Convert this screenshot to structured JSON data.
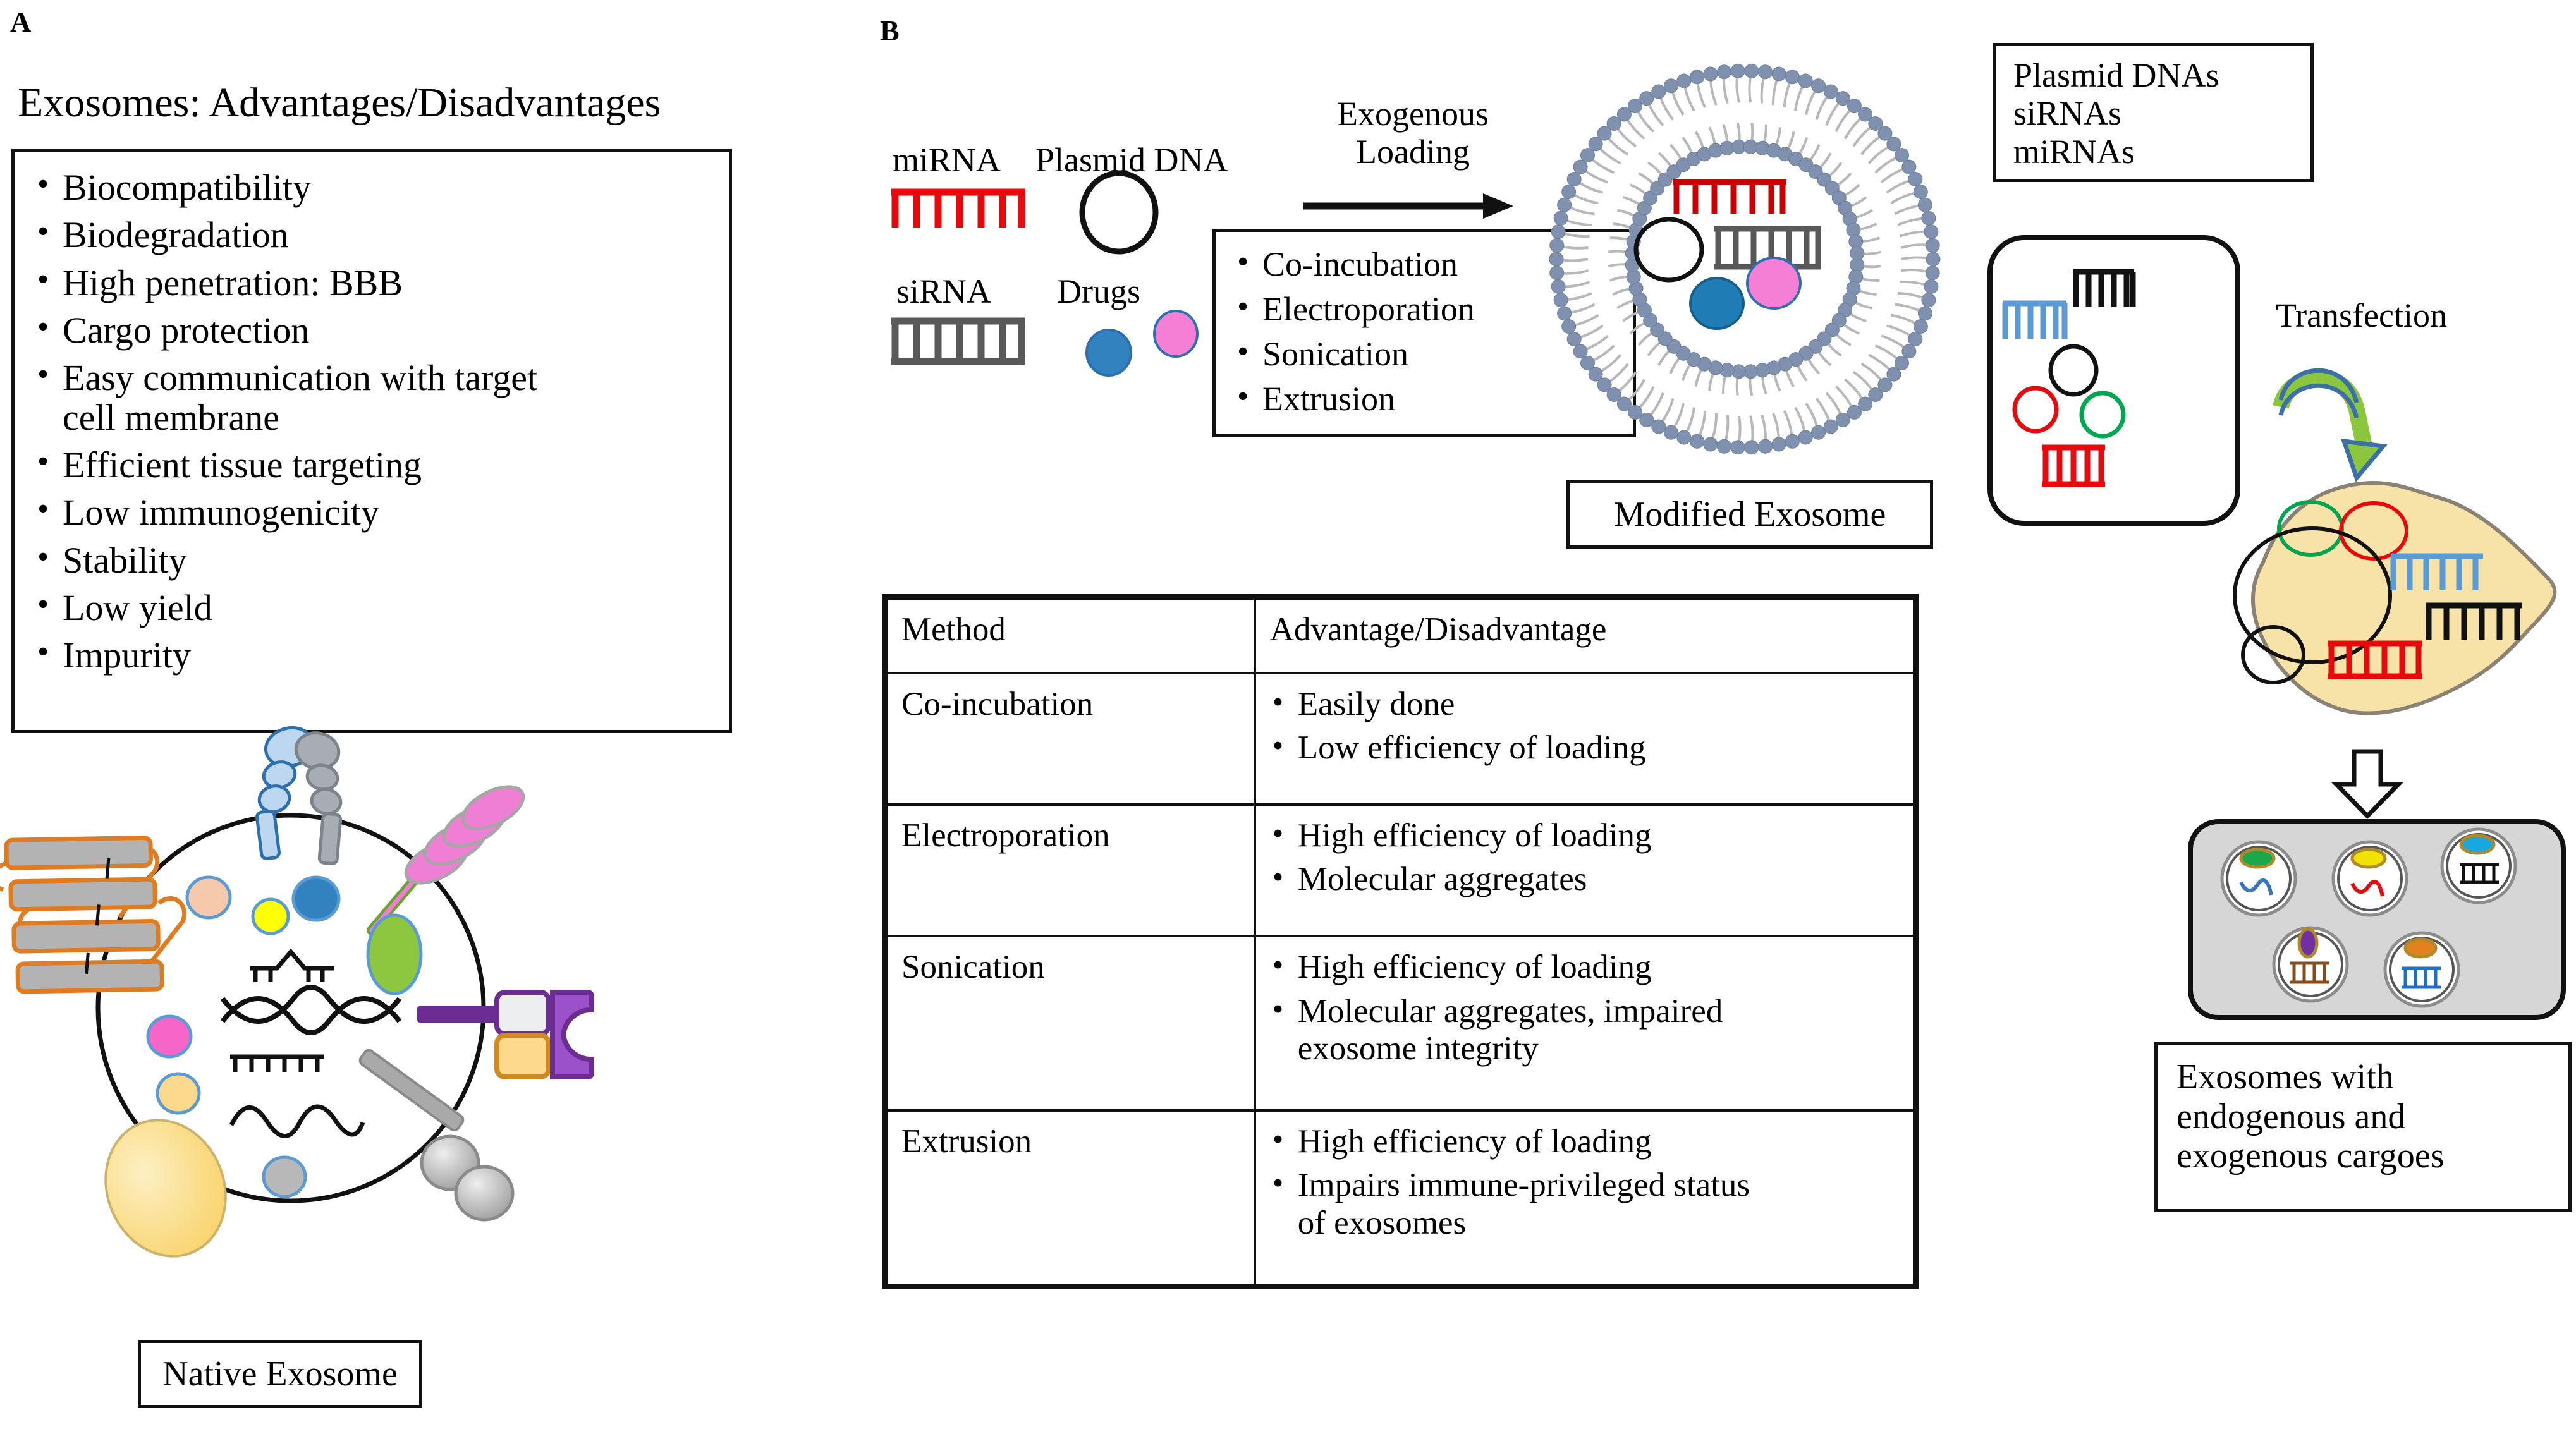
{
  "figure": {
    "panel_a_letter": "A",
    "panel_b_letter": "B"
  },
  "panel_a": {
    "title": "Exosomes: Advantages/Disadvantages",
    "list_items": [
      "Biocompatibility",
      "Biodegradation",
      "High penetration: BBB",
      "Cargo protection",
      "Easy communication with target\ncell membrane",
      "Efficient tissue targeting",
      "Low immunogenicity",
      "Stability",
      "Low yield",
      "Impurity"
    ],
    "exosome_caption": "Native Exosome",
    "exosome_parts": {
      "tetraspanin_label": "tetraspanin-protein",
      "antibody_label": "antibody-receptor",
      "glycoprotein_label": "glycoprotein",
      "mrna_label": "mrna-strand",
      "dna_label": "double-helix-dna",
      "mirna_label": "mirna-strand",
      "lipid_label": "lipid-wave",
      "vesicle_label": "budding-vesicle"
    }
  },
  "panel_b": {
    "cargo_labels": {
      "mirna": "miRNA",
      "plasmid_dna": "Plasmid DNA",
      "sirna": "siRNA",
      "drugs": "Drugs"
    },
    "arrow_label": "Exogenous\nLoading",
    "methods": [
      "Co-incubation",
      "Electroporation",
      "Sonication",
      "Extrusion"
    ],
    "modified_exosome_caption": "Modified Exosome",
    "payload_box": "Plasmid DNAs\nsiRNAs\nmiRNAs",
    "transfection_label": "Transfection",
    "result_caption": "Exosomes with\nendogenous and\nexogenous cargoes",
    "table": {
      "headers": [
        "Method",
        "Advantage/Disadvantage"
      ],
      "rows": [
        {
          "method": "Co-incubation",
          "points": [
            "Easily done",
            "Low efficiency of loading"
          ]
        },
        {
          "method": "Electroporation",
          "points": [
            "High efficiency of loading",
            "Molecular aggregates"
          ]
        },
        {
          "method": "Sonication",
          "points": [
            "High efficiency of loading",
            "Molecular aggregates, impaired\nexosome integrity"
          ]
        },
        {
          "method": "Extrusion",
          "points": [
            "High efficiency of loading",
            "Impairs immune-privileged status\nof  exosomes"
          ]
        }
      ]
    }
  },
  "colors": {
    "mirna_red": "#e8090c",
    "sirna_gray": "#595959",
    "drug_blue": "#3282bf",
    "drug_pink": "#f57fd4",
    "membrane_head": "#7f91ae",
    "membrane_tail": "#b8b8b8",
    "cell_yellow": "#f7e3a8",
    "vesicle_gray": "#d3d3d3",
    "arrow_green": "#8cc63f",
    "arrow_blue_outline": "#3a6fa8",
    "tetraspanin_gray": "#b3b3b3",
    "tetraspanin_orange": "#e07b20",
    "antibody_blue": "#4e90cf",
    "glyco_pink": "#ef7fd4",
    "glyco_green": "#6aa32f",
    "receptor_purple": "#9b51c9",
    "receptor_darkpurple": "#6b2d91",
    "receptor_yellow": "#fcd98c",
    "green_oval": "#8dc63f",
    "nuc_blue": "#5b9bd5",
    "nuc_black": "#111111",
    "nuc_red": "#e8090c",
    "nuc_green": "#00a550"
  }
}
